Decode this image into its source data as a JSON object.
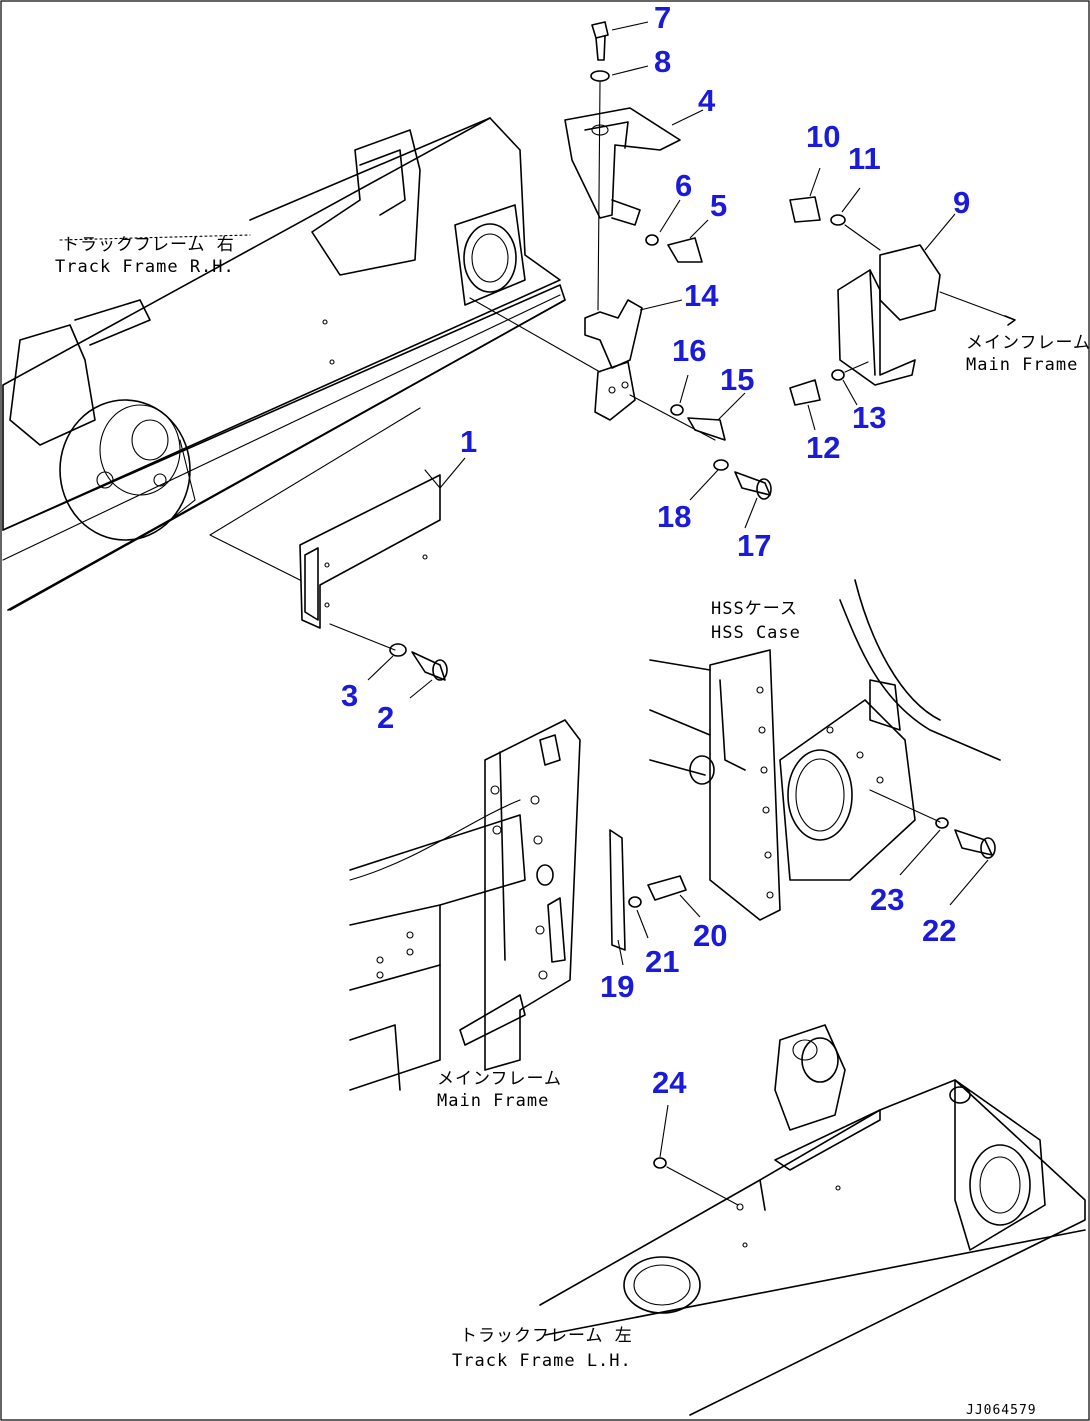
{
  "callouts": [
    {
      "id": "1",
      "label": "1"
    },
    {
      "id": "2",
      "label": "2"
    },
    {
      "id": "3",
      "label": "3"
    },
    {
      "id": "4",
      "label": "4"
    },
    {
      "id": "5",
      "label": "5"
    },
    {
      "id": "6",
      "label": "6"
    },
    {
      "id": "7",
      "label": "7"
    },
    {
      "id": "8",
      "label": "8"
    },
    {
      "id": "9",
      "label": "9"
    },
    {
      "id": "10",
      "label": "10"
    },
    {
      "id": "11",
      "label": "11"
    },
    {
      "id": "12",
      "label": "12"
    },
    {
      "id": "13",
      "label": "13"
    },
    {
      "id": "14",
      "label": "14"
    },
    {
      "id": "15",
      "label": "15"
    },
    {
      "id": "16",
      "label": "16"
    },
    {
      "id": "17",
      "label": "17"
    },
    {
      "id": "18",
      "label": "18"
    },
    {
      "id": "19",
      "label": "19"
    },
    {
      "id": "20",
      "label": "20"
    },
    {
      "id": "21",
      "label": "21"
    },
    {
      "id": "22",
      "label": "22"
    },
    {
      "id": "23",
      "label": "23"
    },
    {
      "id": "24",
      "label": "24"
    }
  ],
  "captions": {
    "track_frame_rh": {
      "ja": "トラックフレーム 右",
      "en": "Track Frame R.H."
    },
    "main_frame_right": {
      "ja": "メインフレーム",
      "en": "Main Frame"
    },
    "hss_case": {
      "ja": "HSSケース",
      "en": "HSS Case"
    },
    "main_frame_center": {
      "ja": "メインフレーム",
      "en": "Main Frame"
    },
    "track_frame_lh": {
      "ja": "トラックフレーム 左",
      "en": "Track Frame L.H."
    }
  },
  "drawing_code": "JJ064579",
  "colors": {
    "callout": "#1a1adb",
    "line": "#000000",
    "background": "#ffffff"
  }
}
